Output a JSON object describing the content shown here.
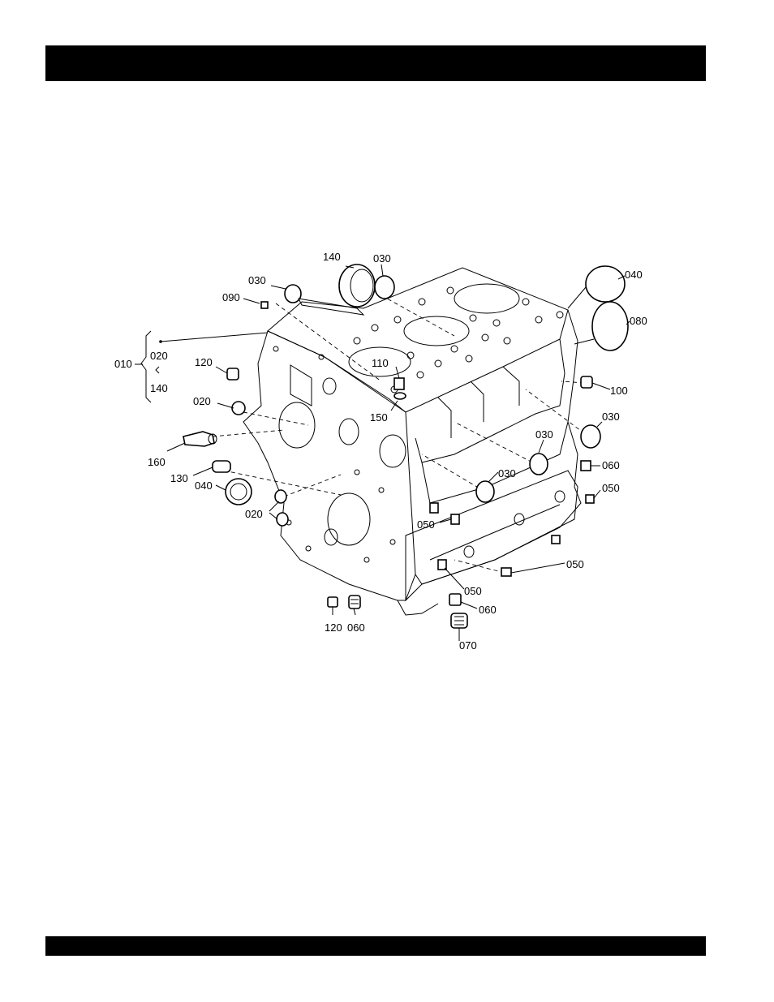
{
  "diagram": {
    "callouts": {
      "c010": "010",
      "c020_group": "020",
      "c140_group": "140",
      "c140_top": "140",
      "c030_top": "030",
      "c030_left": "030",
      "c090": "090",
      "c040_right": "040",
      "c080": "080",
      "c110": "110",
      "c150": "150",
      "c120_left": "120",
      "c020_left": "020",
      "c160": "160",
      "c130": "130",
      "c040_left": "040",
      "c020_bottom": "020",
      "c100": "100",
      "c030_r1": "030",
      "c030_r2": "030",
      "c030_r3": "030",
      "c060_r": "060",
      "c050_r": "050",
      "c050_mid": "050",
      "c050_r2": "050",
      "c050_lo": "050",
      "c060_lo": "060",
      "c120_bottom": "120",
      "c060_bottom": "060",
      "c070": "070"
    }
  }
}
